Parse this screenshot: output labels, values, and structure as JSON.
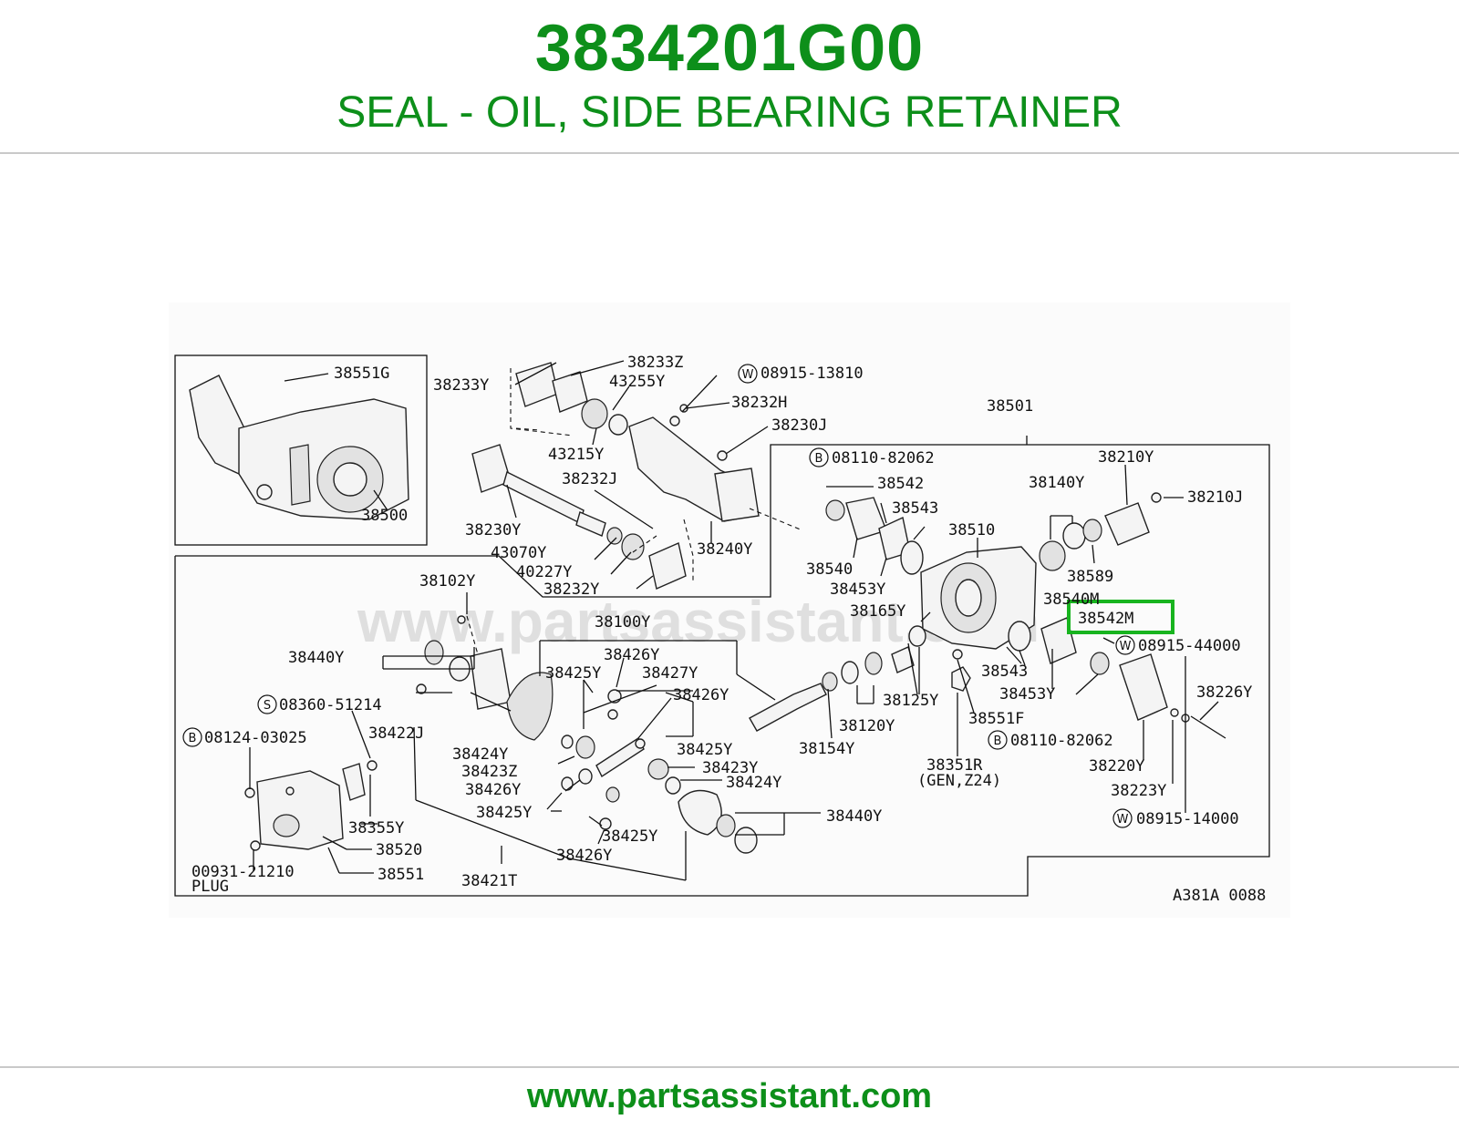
{
  "header": {
    "part_number": "3834201G00",
    "description": "SEAL - OIL, SIDE BEARING RETAINER"
  },
  "footer": {
    "url": "www.partsassistant.com"
  },
  "diagram": {
    "watermark": "www.partsassistant.com",
    "figure_code": "A381A 0088",
    "highlighted_label": "38542M",
    "highlight_color": "#18b41f",
    "text_color": "#0d8f1a",
    "callouts": {
      "c_38551G": "38551G",
      "c_38500": "38500",
      "c_38233Y_a": "38233Y",
      "c_38233Z": "38233Z",
      "c_43255Y": "43255Y",
      "c_08915_13810": "08915-13810",
      "c_38232H": "38232H",
      "c_38230J": "38230J",
      "c_43215Y": "43215Y",
      "c_38232J": "38232J",
      "c_38230Y": "38230Y",
      "c_43070Y": "43070Y",
      "c_40227Y": "40227Y",
      "c_38232Y": "38232Y",
      "c_38240Y": "38240Y",
      "c_38501": "38501",
      "c_08110_82062_a": "08110-82062",
      "c_38542": "38542",
      "c_38543_a": "38543",
      "c_38540": "38540",
      "c_38453Y_a": "38453Y",
      "c_38510": "38510",
      "c_38210Y": "38210Y",
      "c_38140Y": "38140Y",
      "c_38210J": "38210J",
      "c_38589": "38589",
      "c_38540M": "38540M",
      "c_38165Y": "38165Y",
      "c_38542M": "38542M",
      "c_08915_44000": "08915-44000",
      "c_38543_b": "38543",
      "c_38453Y_b": "38453Y",
      "c_38226Y": "38226Y",
      "c_38125Y": "38125Y",
      "c_38551F": "38551F",
      "c_08110_82062_b": "08110-82062",
      "c_38120Y": "38120Y",
      "c_38154Y": "38154Y",
      "c_38351R": "38351R",
      "c_gen_z24": "(GEN,Z24)",
      "c_38220Y": "38220Y",
      "c_38223Y": "38223Y",
      "c_08915_14000": "08915-14000",
      "c_38102Y": "38102Y",
      "c_38100Y": "38100Y",
      "c_38440Y_a": "38440Y",
      "c_38426Y_a": "38426Y",
      "c_38425Y_a": "38425Y",
      "c_38427Y": "38427Y",
      "c_38426Y_b": "38426Y",
      "c_08360_51214": "08360-51214",
      "c_38422J": "38422J",
      "c_08124_03025": "08124-03025",
      "c_38424Y_a": "38424Y",
      "c_38425Y_b": "38425Y",
      "c_38423Z": "38423Z",
      "c_38423Y": "38423Y",
      "c_38426Y_c": "38426Y",
      "c_38424Y_b": "38424Y",
      "c_38425Y_c": "38425Y",
      "c_38440Y_b": "38440Y",
      "c_38355Y": "38355Y",
      "c_38425Y_d": "38425Y",
      "c_38520": "38520",
      "c_38426Y_d": "38426Y",
      "c_00931_21210": "00931-21210",
      "c_plug": "PLUG",
      "c_38551": "38551",
      "c_38421T": "38421T"
    },
    "circle_marks": {
      "w1": "W",
      "b1": "B",
      "w2": "W",
      "s1": "S",
      "b2": "B",
      "b3": "B",
      "w3": "W"
    }
  }
}
